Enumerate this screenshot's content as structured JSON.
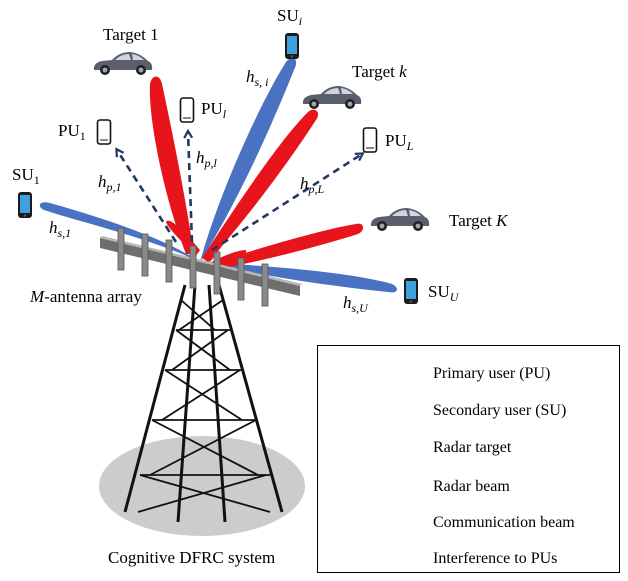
{
  "caption": "Cognitive DFRC system",
  "array_label_prefix": "M",
  "array_label_suffix": "-antenna array",
  "nodes": {
    "su1": {
      "base": "SU",
      "sub": "1"
    },
    "sui": {
      "base": "SU",
      "sub": "i"
    },
    "suU": {
      "base": "SU",
      "sub": "U"
    },
    "pu1": {
      "base": "PU",
      "sub": "1"
    },
    "pul": {
      "base": "PU",
      "sub": "l"
    },
    "puL": {
      "base": "PU",
      "sub": "L"
    },
    "target1": {
      "base": "Target ",
      "idx": "1"
    },
    "targetk": {
      "base": "Target ",
      "idx": "k"
    },
    "targetK": {
      "base": "Target ",
      "idx": "K"
    }
  },
  "channels": {
    "hs1": {
      "h": "h",
      "sub": "s,1"
    },
    "hsi": {
      "h": "h",
      "sub": "s, i"
    },
    "hsU": {
      "h": "h",
      "sub": "s,U"
    },
    "hp1": {
      "h": "h",
      "sub": "p,1"
    },
    "hpl": {
      "h": "h",
      "sub": "p,l"
    },
    "hpL": {
      "h": "h",
      "sub": "p,L"
    }
  },
  "legend": {
    "items": [
      {
        "label": "Primary user (PU)",
        "icon": "phone-outline-icon"
      },
      {
        "label": "Secondary user (SU)",
        "icon": "phone-blue-icon"
      },
      {
        "label": "Radar target",
        "icon": "car-icon"
      },
      {
        "label": "Radar beam",
        "icon": "red-beam-arrow-icon"
      },
      {
        "label": "Communication beam",
        "icon": "blue-beam-arrow-icon"
      },
      {
        "label": "Interference to PUs",
        "icon": "dashed-arrow-icon"
      }
    ]
  },
  "colors": {
    "radar": "#e8141b",
    "comm": "#4a72c2",
    "interference": "#1f3864",
    "ground": "#cccccc"
  }
}
